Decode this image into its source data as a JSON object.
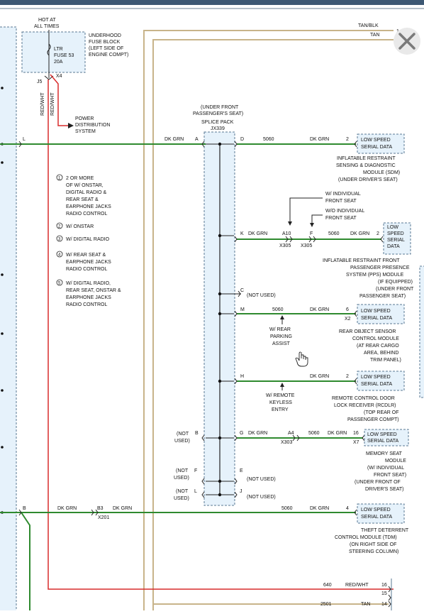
{
  "fuse": {
    "hot": [
      "HOT AT",
      "ALL TIMES"
    ],
    "lines": [
      "LTR",
      "FUSE 53",
      "20A"
    ],
    "block": [
      "UNDERHOOD",
      "FUSE BLOCK",
      "(LEFT SIDE OF",
      "ENGINE COMPT)"
    ],
    "x4": "X4",
    "j5": "J5"
  },
  "wires": {
    "red_wht": "RED/WHT",
    "tan_blk": "TAN/BLK",
    "tan": "TAN",
    "dk_grn": "DK GRN",
    "c5060": "5060"
  },
  "power": [
    "POWER",
    "DISTRIBUTION",
    "SYSTEM"
  ],
  "splice": {
    "title": [
      "(UNDER FRONT",
      "PASSENGER'S SEAT)",
      "SPLICE PACK",
      "JX339"
    ],
    "pins": {
      "A": "A",
      "B": "B",
      "D": "D",
      "K": "K",
      "C": "C",
      "M": "M",
      "H": "H",
      "G": "G",
      "F": "F",
      "E": "E",
      "L": "L",
      "J": "J"
    }
  },
  "left_pin_L": "L",
  "left_pin_B": "B",
  "notes": [
    {
      "num": "1",
      "lines": [
        "2 OR MORE",
        "OF W/ ONSTAR,",
        "DIGITAL RADIO &",
        "REAR SEAT &",
        "EARPHONE JACKS",
        "RADIO CONTROL"
      ]
    },
    {
      "num": "2",
      "lines": [
        "W/ ONSTAR"
      ]
    },
    {
      "num": "3",
      "lines": [
        "W/ DIGITAL RADIO"
      ]
    },
    {
      "num": "4",
      "lines": [
        "W/ REAR SEAT &",
        "EARPHONE JACKS",
        "RADIO CONTROL"
      ]
    },
    {
      "num": "5",
      "lines": [
        "W/ DIGITAL RADIO,",
        "REAR SEAT, ONSTAR &",
        "EARPHONE JACKS",
        "RADIO CONTROL"
      ]
    }
  ],
  "lss": [
    "LOW SPEED",
    "SERIAL DATA"
  ],
  "lss3": [
    "LOW",
    "SPEED",
    "SERIAL",
    "DATA"
  ],
  "modules": {
    "sdm": [
      "INFLATABLE RESTRAINT",
      "SENSING & DIAGNOSTIC",
      "MODULE (SDM)",
      "(UNDER DRIVER'S SEAT)"
    ],
    "pps": [
      "INFLATABLE RESTRAINT FRONT",
      "PASSENGER PRESENCE",
      "SYSTEM (PPS) MODULE",
      "(IF EQUIPPED)",
      "(UNDER FRONT",
      "PASSENGER SEAT)"
    ],
    "rear_obj": [
      "REAR OBJECT SENSOR",
      "CONTROL MODULE",
      "(AT REAR CARGO",
      "AREA, BEHIND",
      "TRIM PANEL)"
    ],
    "rcdlr": [
      "REMOTE CONTROL DOOR",
      "LOCK RECEIVER (RCDLR)",
      "(TOP REAR OF",
      "PASSENGER COMPT)"
    ],
    "memory": [
      "MEMORY SEAT",
      "MODULE",
      "(W/ INDIVIDUAL",
      "FRONT SEAT)",
      "(UNDER FRONT OF",
      "DRIVER'S SEAT)"
    ],
    "tdm": [
      "THEFT DETERRENT",
      "CONTROL MODULE (TDM)",
      "(ON RIGHT SIDE OF",
      "STEERING COLUMN)"
    ]
  },
  "seat_notes": {
    "individual": [
      "W/ INDIVIDUAL",
      "FRONT SEAT"
    ],
    "wo_individual": [
      "W/O INDIVIDUAL",
      "FRONT SEAT"
    ],
    "rear_park": [
      "W/ REAR",
      "PARKING",
      "ASSIST"
    ],
    "remote_keyless": [
      "W/ REMOTE",
      "KEYLESS",
      "ENTRY"
    ]
  },
  "connectors": {
    "a10": "A10",
    "f": "F",
    "x305": "X305",
    "x2": "X2",
    "a4": "A4",
    "x303": "X303",
    "x7": "X7",
    "b3": "B3",
    "x201": "X201"
  },
  "pin_numbers": {
    "p2": "2",
    "p6": "6",
    "p16": "16",
    "p4": "4"
  },
  "not_used": "(NOT USED)",
  "not_used_split": [
    "(NOT",
    "USED)"
  ],
  "bottom": {
    "c640": "640",
    "red_wht": "RED/WHT",
    "p16": "16",
    "p15": "15",
    "c2501": "2501",
    "tan": "TAN",
    "p14": "14"
  },
  "top_pins": {
    "p1": "1",
    "p2": "2"
  },
  "colors": {
    "green_wire": "#2f8a2f",
    "red_wire": "#d92b2b",
    "tan_wire": "#c8b48a",
    "module_fill": "#e6f2fb"
  },
  "icons": [
    "close-icon",
    "hand-cursor-icon"
  ]
}
